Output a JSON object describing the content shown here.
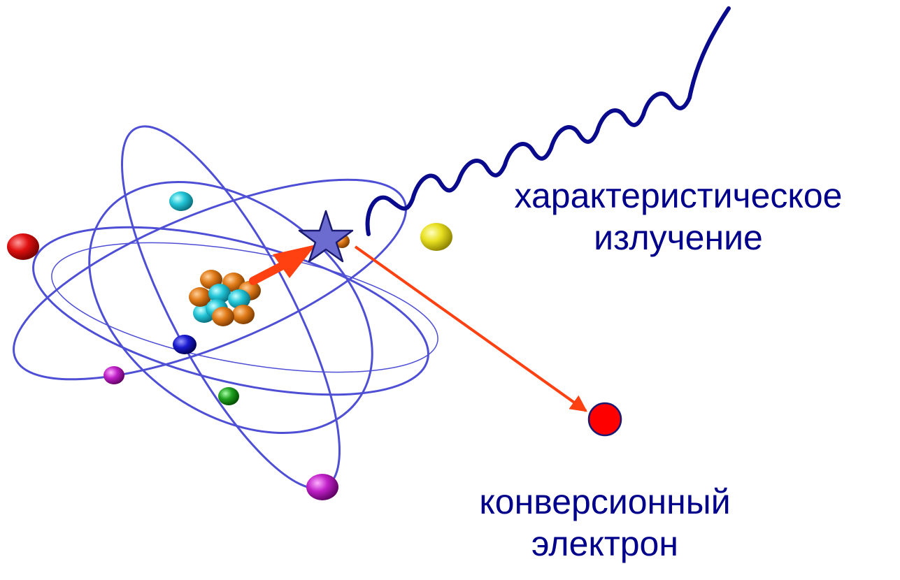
{
  "labels": {
    "radiation_line1": "характеристическое",
    "radiation_line2": "излучение",
    "electron_line1": "конверсионный",
    "electron_line2": "электрон"
  },
  "colors": {
    "text": "#00008b",
    "orbit": "#4f4fd6",
    "wave": "#0a0a8c",
    "arrow": "#ff4010",
    "star_fill": "#6b6bd0",
    "star_stroke": "#1a1a70",
    "conversion_electron": "#ff0000",
    "proton": "#e07a18",
    "neutron": "#22c6d8",
    "electron_red": "#e01010",
    "electron_cyan": "#2ac8d0",
    "electron_yellow": "#e8e020",
    "electron_blue": "#1a1ad0",
    "electron_magenta": "#c020c8",
    "electron_green": "#20a020"
  }
}
